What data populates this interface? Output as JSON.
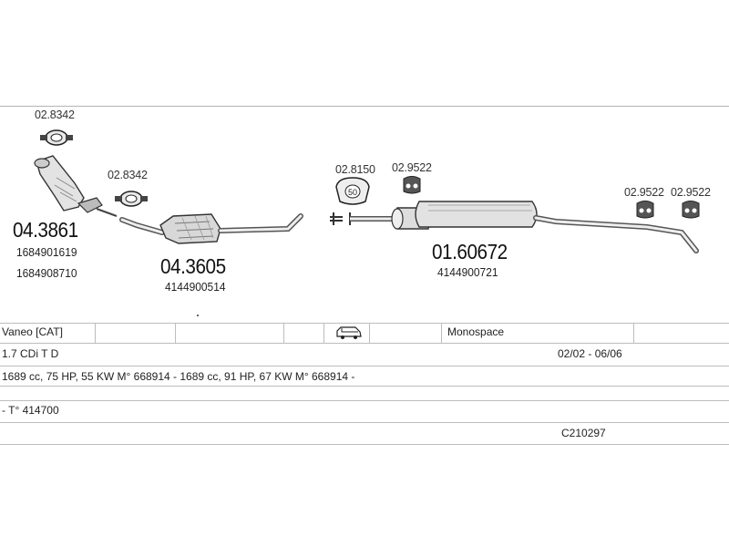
{
  "parts": {
    "clamp_a": "02.8342",
    "clamp_b": "02.8342",
    "catalyst_main": "04.3861",
    "catalyst_oem_1": "1684901619",
    "catalyst_oem_2": "1684908710",
    "front_pipe_main": "04.3605",
    "front_pipe_oem": "4144900514",
    "gasket": "02.8150",
    "gasket_size": "50",
    "hanger_a": "02.9522",
    "silencer_main": "01.60672",
    "silencer_oem": "4144900721",
    "hanger_b": "02.9522",
    "hanger_c": "02.9522"
  },
  "info": {
    "model": "Vaneo  [CAT]",
    "body_type": "Monospace",
    "engine": "1.7 CDi T D",
    "years": "02/02 - 06/06",
    "specs": "1689 cc, 75 HP, 55 KW  M° 668914 -  1689 cc, 91 HP, 67 KW  M° 668914 -",
    "type_code": "- T° 414700",
    "ref": "C210297",
    "vehicle_icon": "van-icon"
  }
}
